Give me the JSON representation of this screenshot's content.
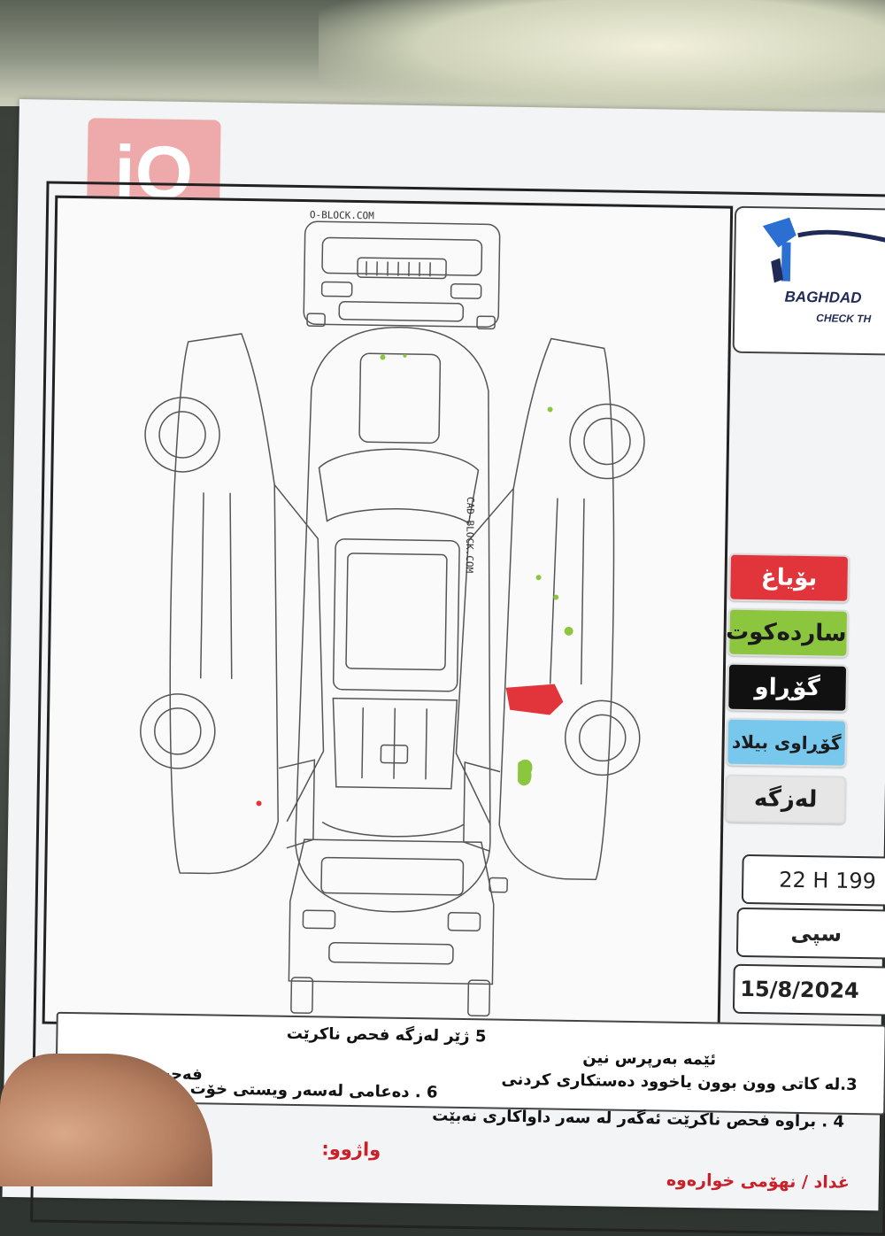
{
  "watermark": "iQ",
  "logo": {
    "title": "BAGHDAD",
    "subtitle": "CHECK TH"
  },
  "diagram": {
    "credit_top": "O-BLOCK.COM",
    "credit_side": "CAD-BLOCK.COM"
  },
  "legend": [
    {
      "label": "بۆیاغ",
      "color": "#e2343b",
      "text_color": "#ffffff"
    },
    {
      "label": "سارده‌كوت",
      "color": "#8cc63f",
      "text_color": "#1b1b1b"
    },
    {
      "label": "گۆڕاو",
      "color": "#111111",
      "text_color": "#ffffff"
    },
    {
      "label": "گۆڕاوی بیلاد",
      "color": "#78c8ee",
      "text_color": "#1b1b1b"
    },
    {
      "label": "لەزگە",
      "color": "#e6e6e6",
      "text_color": "#1b1b1b"
    }
  ],
  "fields": {
    "plate": "22 H 199",
    "color": "سپی",
    "date": "15/8/2024"
  },
  "rules": {
    "line1": "5  ژێر لەزگە فحص ناكرێت",
    "line1_prefix": "ئێمە بەرپرس نین",
    "line2": "3.لە كاتی وون بوون یاخوود دەستكاری كردنی",
    "line2_end": "فەحس دەكرێت",
    "line3_a": "4 . براوە فحص ناكرێت ئەگەر لە سەر داواكاری نەبێت",
    "line3_b": "6 . دەعامی لەسەر ویستی خۆت"
  },
  "signature": {
    "label": "واژوو:"
  },
  "footer": {
    "address": "غداد / نهۆمی خوارەوە"
  },
  "damage_colors": {
    "paint": "#e2343b",
    "putty": "#8cc63f"
  }
}
